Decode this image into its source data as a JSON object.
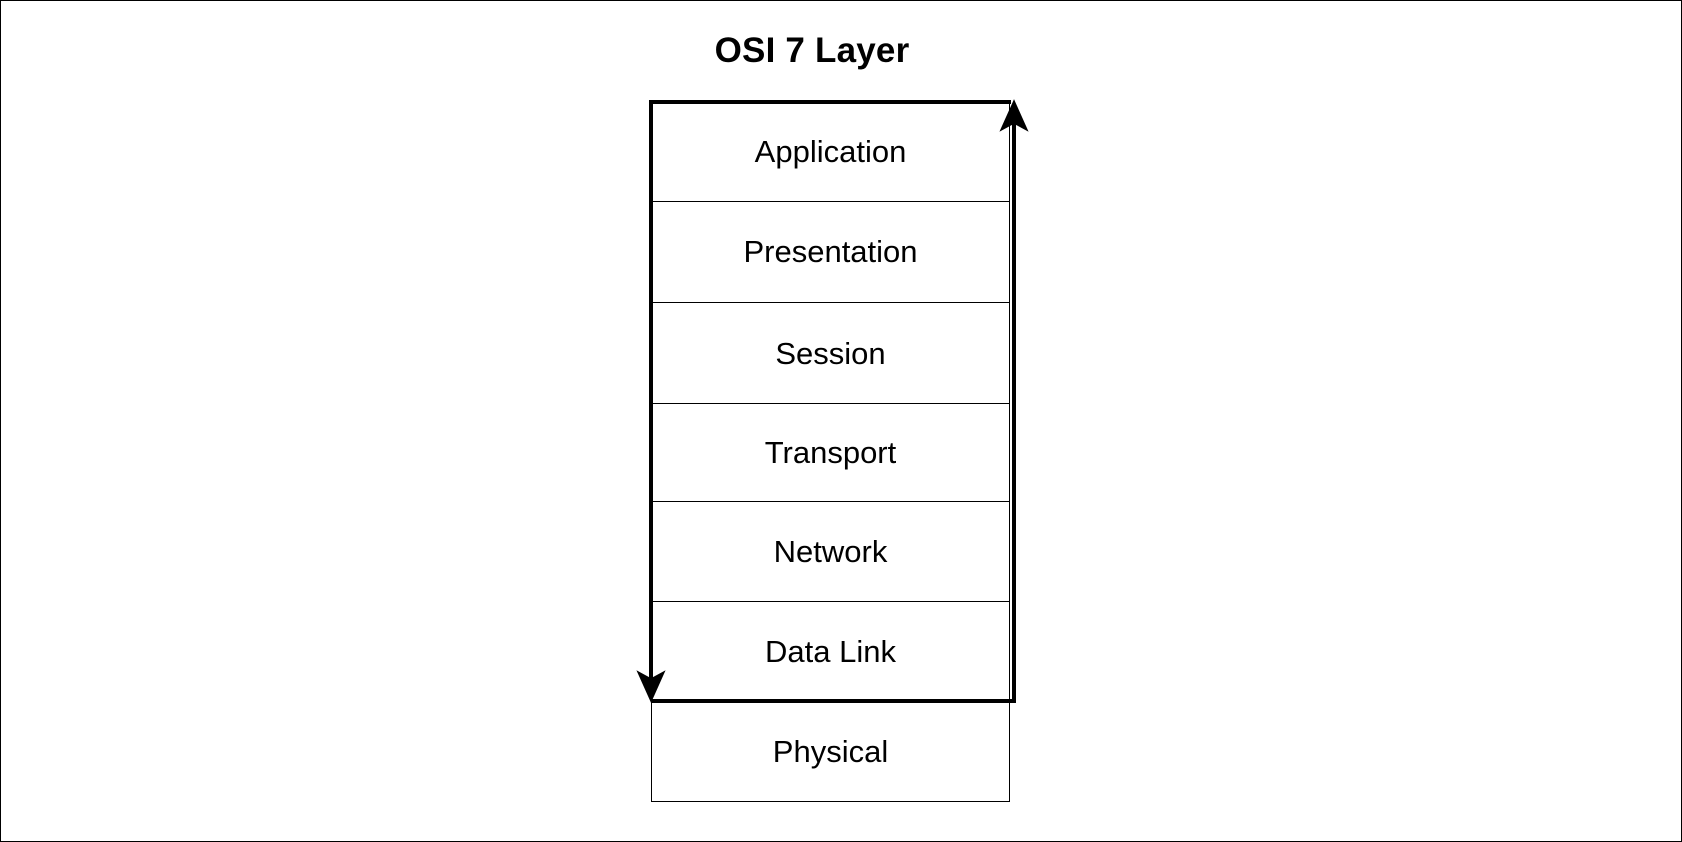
{
  "diagram": {
    "title": "OSI 7 Layer",
    "layers": [
      {
        "label": "Application"
      },
      {
        "label": "Presentation"
      },
      {
        "label": "Session"
      },
      {
        "label": "Transport"
      },
      {
        "label": "Network"
      },
      {
        "label": "Data Link"
      },
      {
        "label": "Physical"
      }
    ],
    "arrows": [
      {
        "name": "downward-flow-arrow",
        "from": "Application",
        "to": "Data Link",
        "direction": "down"
      },
      {
        "name": "upward-flow-arrow",
        "from": "Data Link",
        "to": "Application",
        "direction": "up"
      }
    ],
    "colors": {
      "line": "#000000",
      "background": "#ffffff"
    }
  }
}
